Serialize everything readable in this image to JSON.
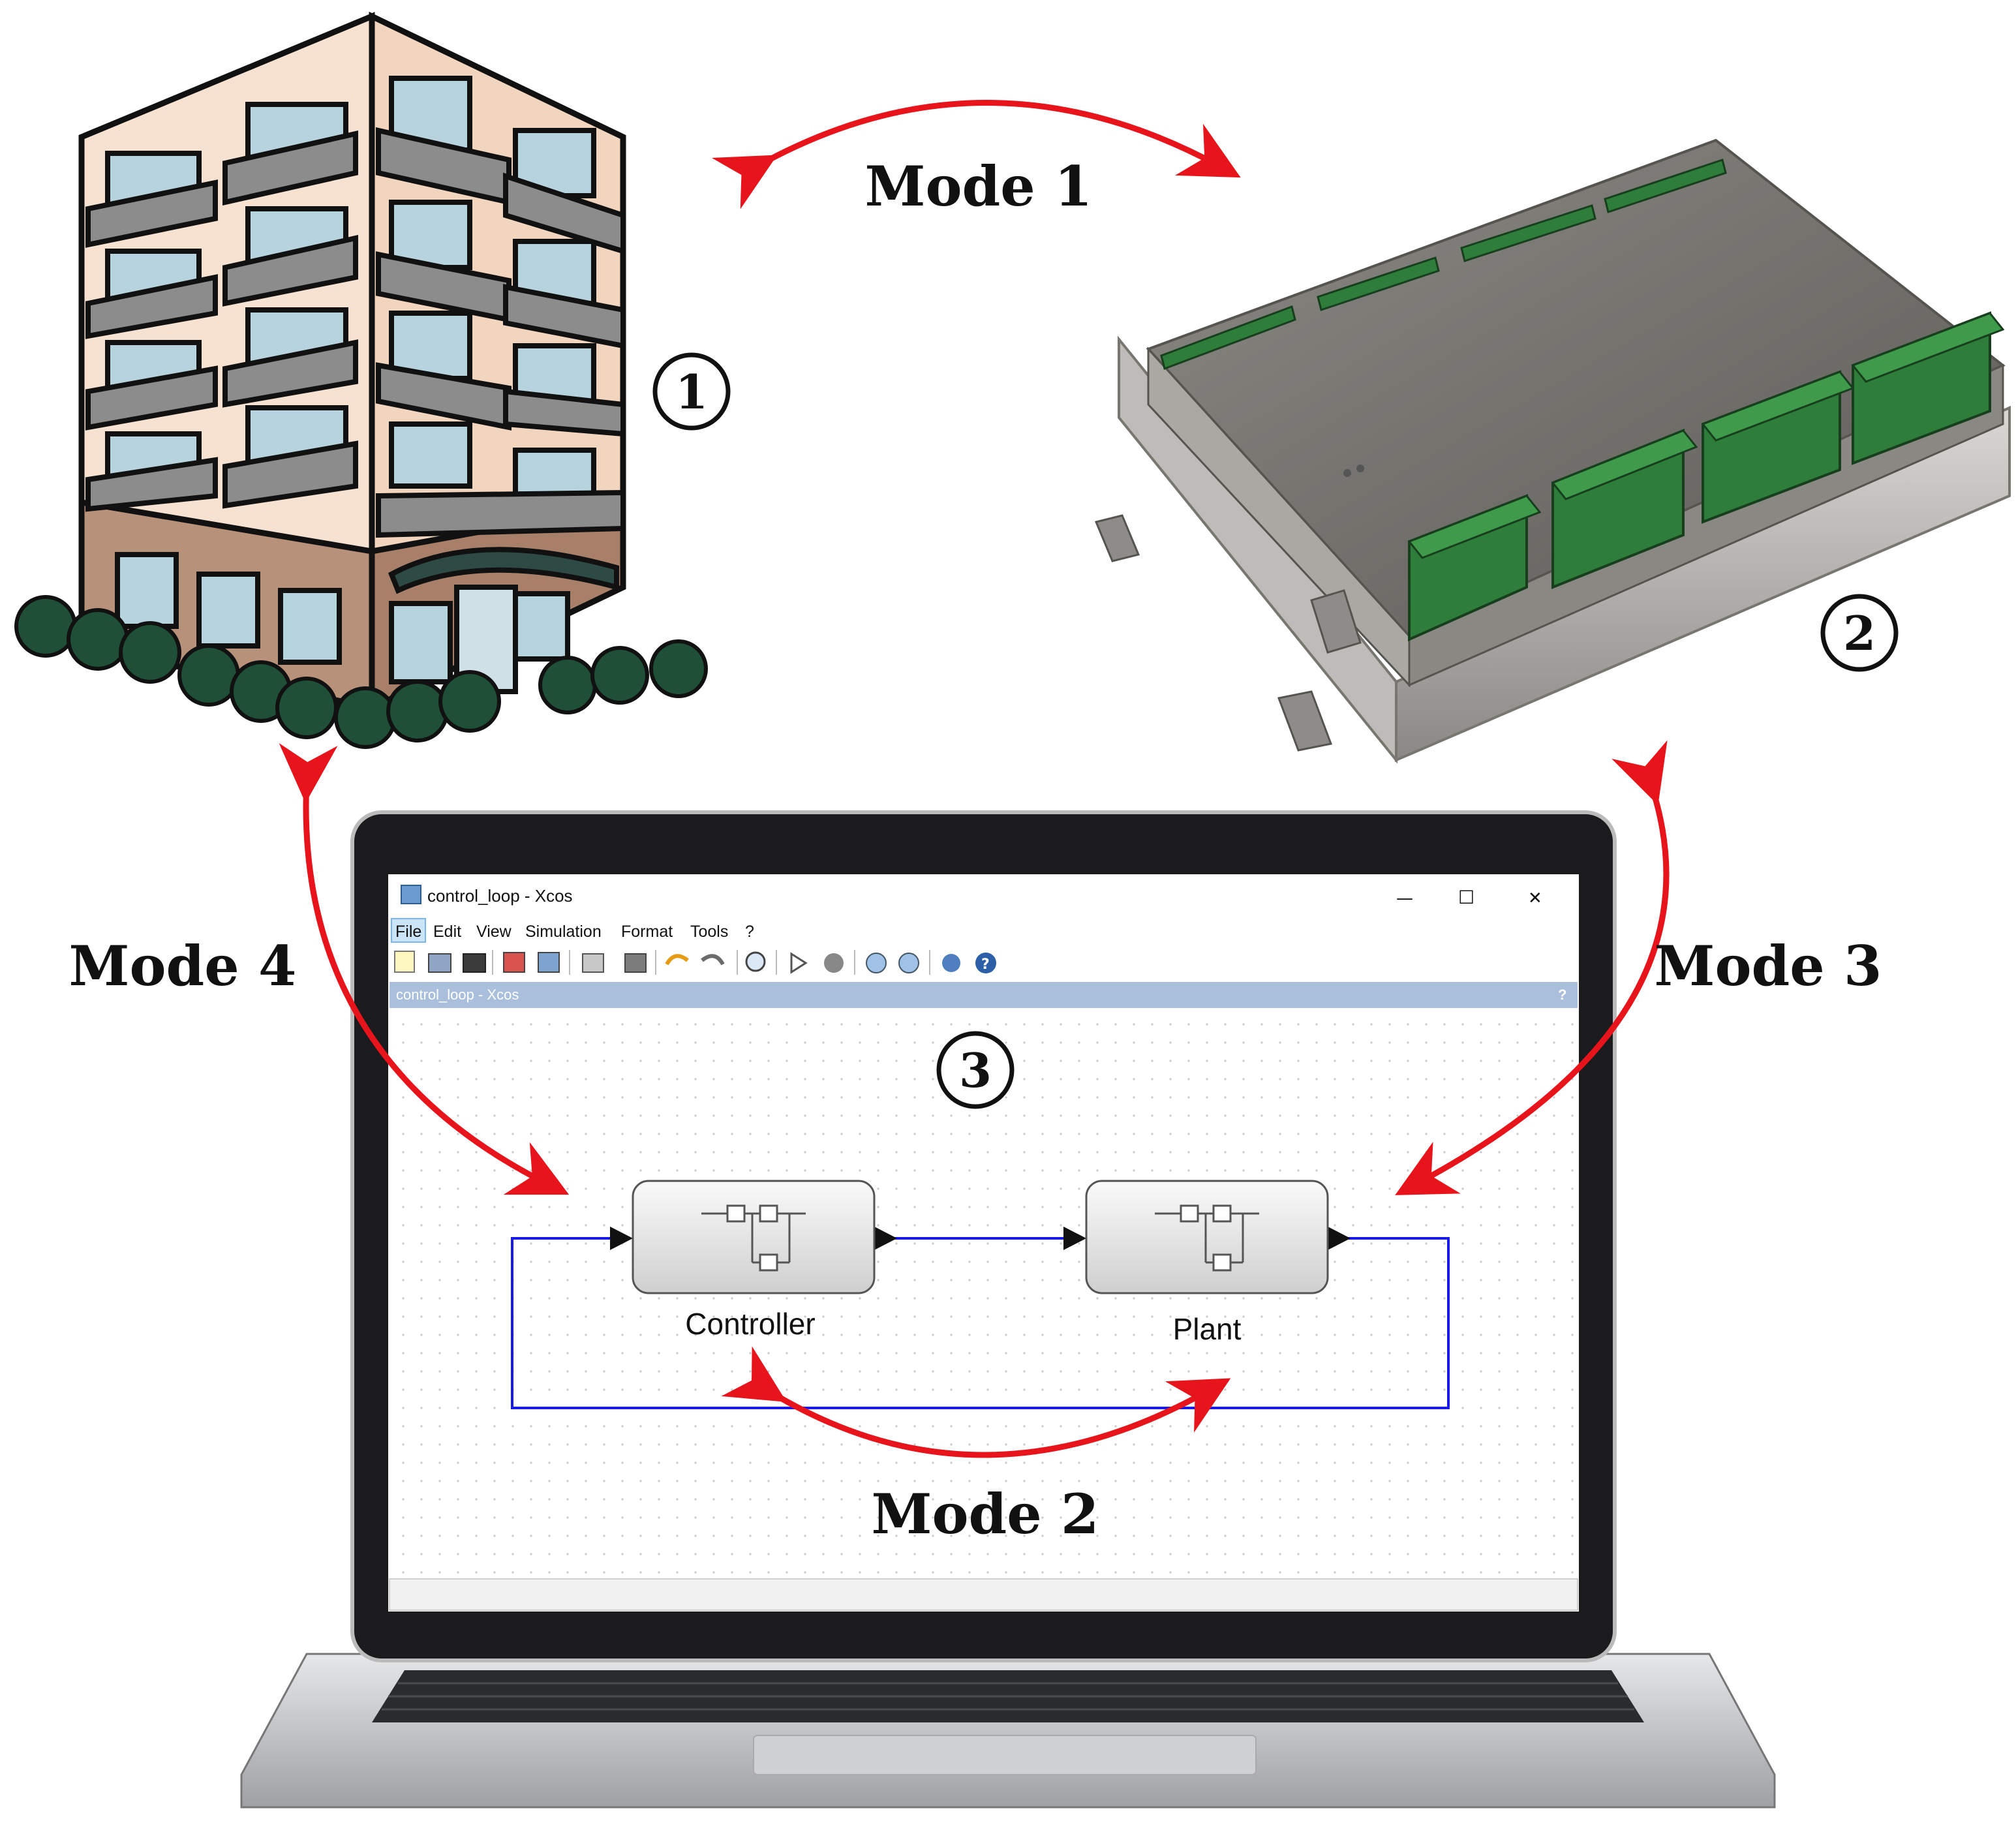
{
  "mode_labels": {
    "mode1": "Mode 1",
    "mode2": "Mode 2",
    "mode3": "Mode 3",
    "mode4": "Mode 4"
  },
  "numbers": {
    "n1": "1",
    "n2": "2",
    "n3": "3"
  },
  "xcos_window": {
    "title": "control_loop  - Xcos",
    "menu": [
      "File",
      "Edit",
      "View",
      "Simulation",
      "Format",
      "Tools",
      "?"
    ],
    "tab_title": "control_loop - Xcos",
    "tab_help": "?",
    "window_controls": {
      "minimize": "—",
      "maximize": "☐",
      "close": "✕"
    }
  },
  "blocks": {
    "controller": "Controller",
    "plant": "Plant"
  },
  "colors": {
    "arrow": "#e8141b",
    "link": "#1a1ae6",
    "building_wall": "#f4d9c4",
    "building_base": "#b8917a",
    "terminal_green": "#2f7d3a",
    "tab_bar": "#a9bfdc"
  }
}
